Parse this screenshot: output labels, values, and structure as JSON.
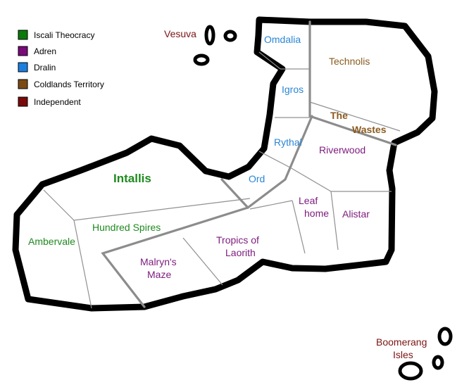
{
  "legend": [
    {
      "label": "Iscali Theocracy",
      "color": "#0a7a0a"
    },
    {
      "label": "Adren",
      "color": "#7a0a7a"
    },
    {
      "label": "Dralin",
      "color": "#1c7fe0"
    },
    {
      "label": "Coldlands Territory",
      "color": "#7b4a14"
    },
    {
      "label": "Independent",
      "color": "#7a0a0a"
    }
  ],
  "colors": {
    "iscali": "#1e8a1e",
    "adren": "#7d1a7d",
    "dralin": "#2a86d6",
    "coldlands": "#8a5a1e",
    "independent": "#7a1414"
  },
  "regions": {
    "vesuva": "Vesuva",
    "omdalia": "Omdalia",
    "technolis": "Technolis",
    "igros": "Igros",
    "the_wastes_1": "The",
    "the_wastes_2": "Wastes",
    "rythal": "Rythal",
    "riverwood": "Riverwood",
    "intallis": "Intallis",
    "ord": "Ord",
    "leaf_home_1": "Leaf",
    "leaf_home_2": "home",
    "alistar": "Alistar",
    "hundred_spires": "Hundred Spires",
    "ambervale": "Ambervale",
    "tropics_1": "Tropics of",
    "tropics_2": "Laorith",
    "malryn_1": "Malryn's",
    "malryn_2": "Maze",
    "boomerang_1": "Boomerang",
    "boomerang_2": "Isles"
  }
}
